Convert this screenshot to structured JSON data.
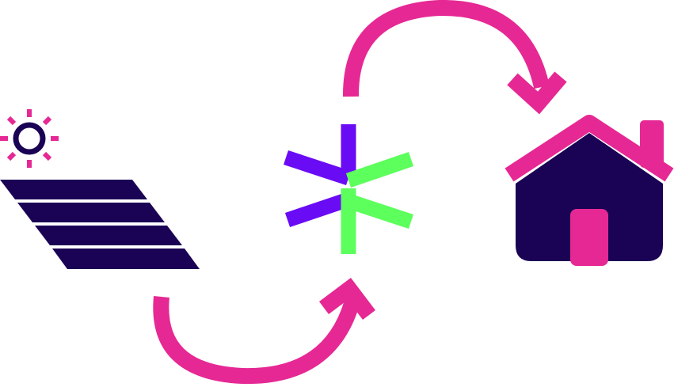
{
  "colors": {
    "navy": "#1a0254",
    "magenta": "#e62894",
    "purple": "#6a0bf5",
    "green": "#5cff5c",
    "background": "#ffffff"
  },
  "nodes": [
    {
      "id": "solar",
      "icon": "solar-panel-with-sun-icon"
    },
    {
      "id": "hub",
      "icon": "asterisk-logo-icon"
    },
    {
      "id": "home",
      "icon": "house-icon"
    }
  ],
  "edges": [
    {
      "from": "solar",
      "to": "hub",
      "icon": "curved-arrow-icon"
    },
    {
      "from": "hub",
      "to": "home",
      "icon": "curved-arrow-icon"
    }
  ]
}
